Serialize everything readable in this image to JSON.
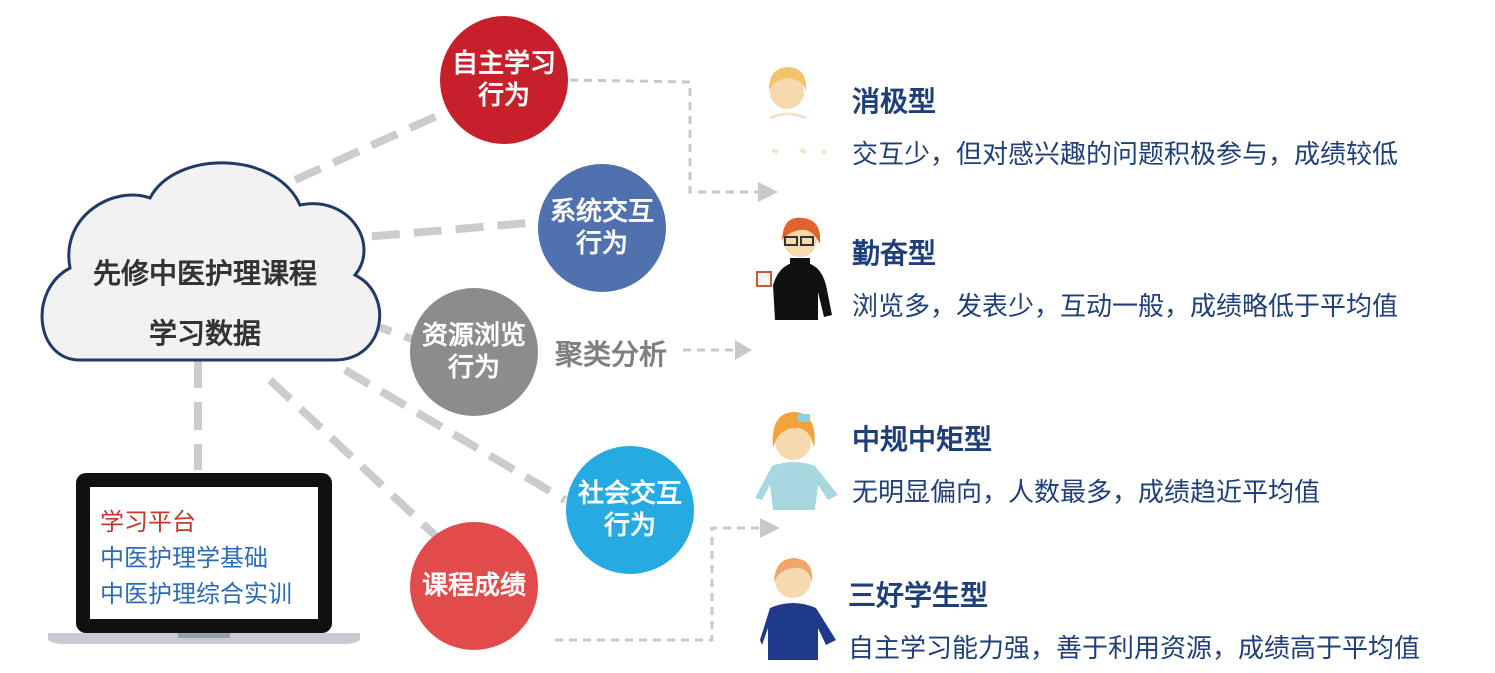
{
  "colors": {
    "red": "#c8202a",
    "blue_dark": "#4f71ad",
    "gray": "#8c8c8c",
    "cyan": "#25aae1",
    "red_light": "#e14b4b",
    "title_blue": "#1f3f7a",
    "laptop_red": "#c0392b",
    "laptop_blue": "#2a6db5",
    "connector": "#cccccc"
  },
  "cloud": {
    "line1": "先修中医护理课程",
    "line2": "学习数据"
  },
  "laptop": {
    "line1": "学习平台",
    "line2": "中医护理学基础",
    "line3": "中医护理综合实训"
  },
  "behaviors": [
    {
      "label": "自主学习\n行为"
    },
    {
      "label": "系统交互\n行为"
    },
    {
      "label": "资源浏览\n行为"
    },
    {
      "label": "社会交互\n行为"
    },
    {
      "label": "课程成绩"
    }
  ],
  "cluster_label": "聚类分析",
  "types": [
    {
      "title": "消极型",
      "desc": "交互少，但对感兴趣的问题积极参与，成绩较低",
      "icon": "passive-student-avatar"
    },
    {
      "title": "勤奋型",
      "desc": "浏览多，发表少，互动一般，成绩略低于平均值",
      "icon": "diligent-student-avatar"
    },
    {
      "title": "中规中矩型",
      "desc": "无明显偏向，人数最多，成绩趋近平均值",
      "icon": "average-student-avatar"
    },
    {
      "title": "三好学生型",
      "desc": "自主学习能力强，善于利用资源，成绩高于平均值",
      "icon": "top-student-avatar"
    }
  ]
}
